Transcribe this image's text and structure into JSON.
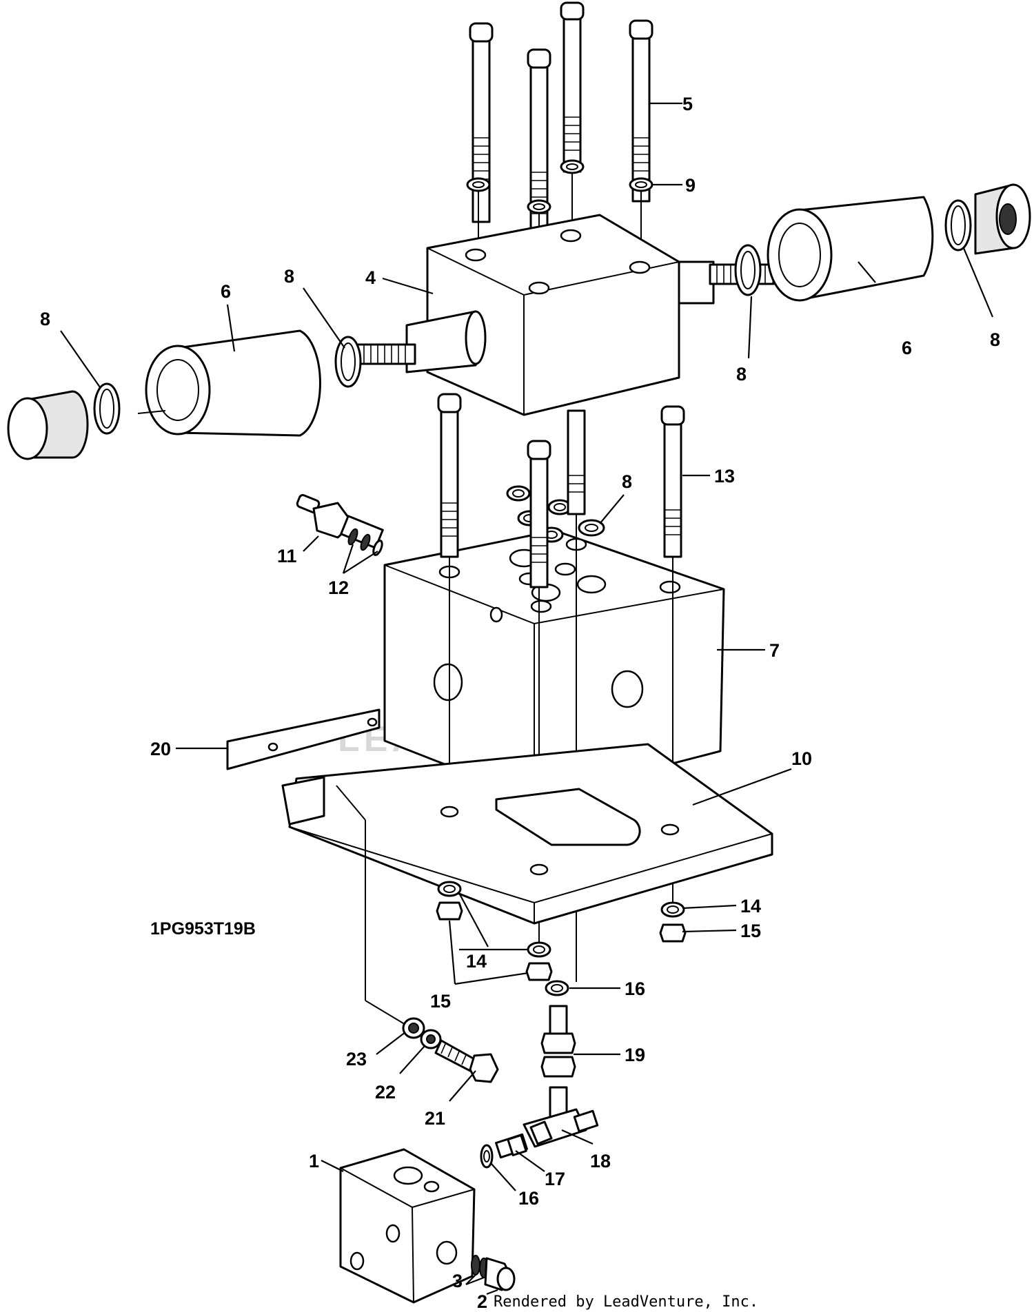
{
  "figure_code": "1PG953T19B",
  "watermark": "LEADVENTURE",
  "credit_prefix": "Rendered by LeadVenture, Inc.",
  "callouts": {
    "c1": "1",
    "c2": "2",
    "c3": "3",
    "c4": "4",
    "c5": "5",
    "c6a": "6",
    "c6b": "6",
    "c7": "7",
    "c8a": "8",
    "c8b": "8",
    "c8c": "8",
    "c8d": "8",
    "c8e": "8",
    "c9": "9",
    "c10": "10",
    "c11": "11",
    "c12": "12",
    "c13": "13",
    "c14a": "14",
    "c14b": "14",
    "c15a": "15",
    "c15b": "15",
    "c16a": "16",
    "c16b": "16",
    "c17": "17",
    "c18": "18",
    "c19": "19",
    "c20": "20",
    "c21": "21",
    "c22": "22",
    "c23": "23"
  }
}
